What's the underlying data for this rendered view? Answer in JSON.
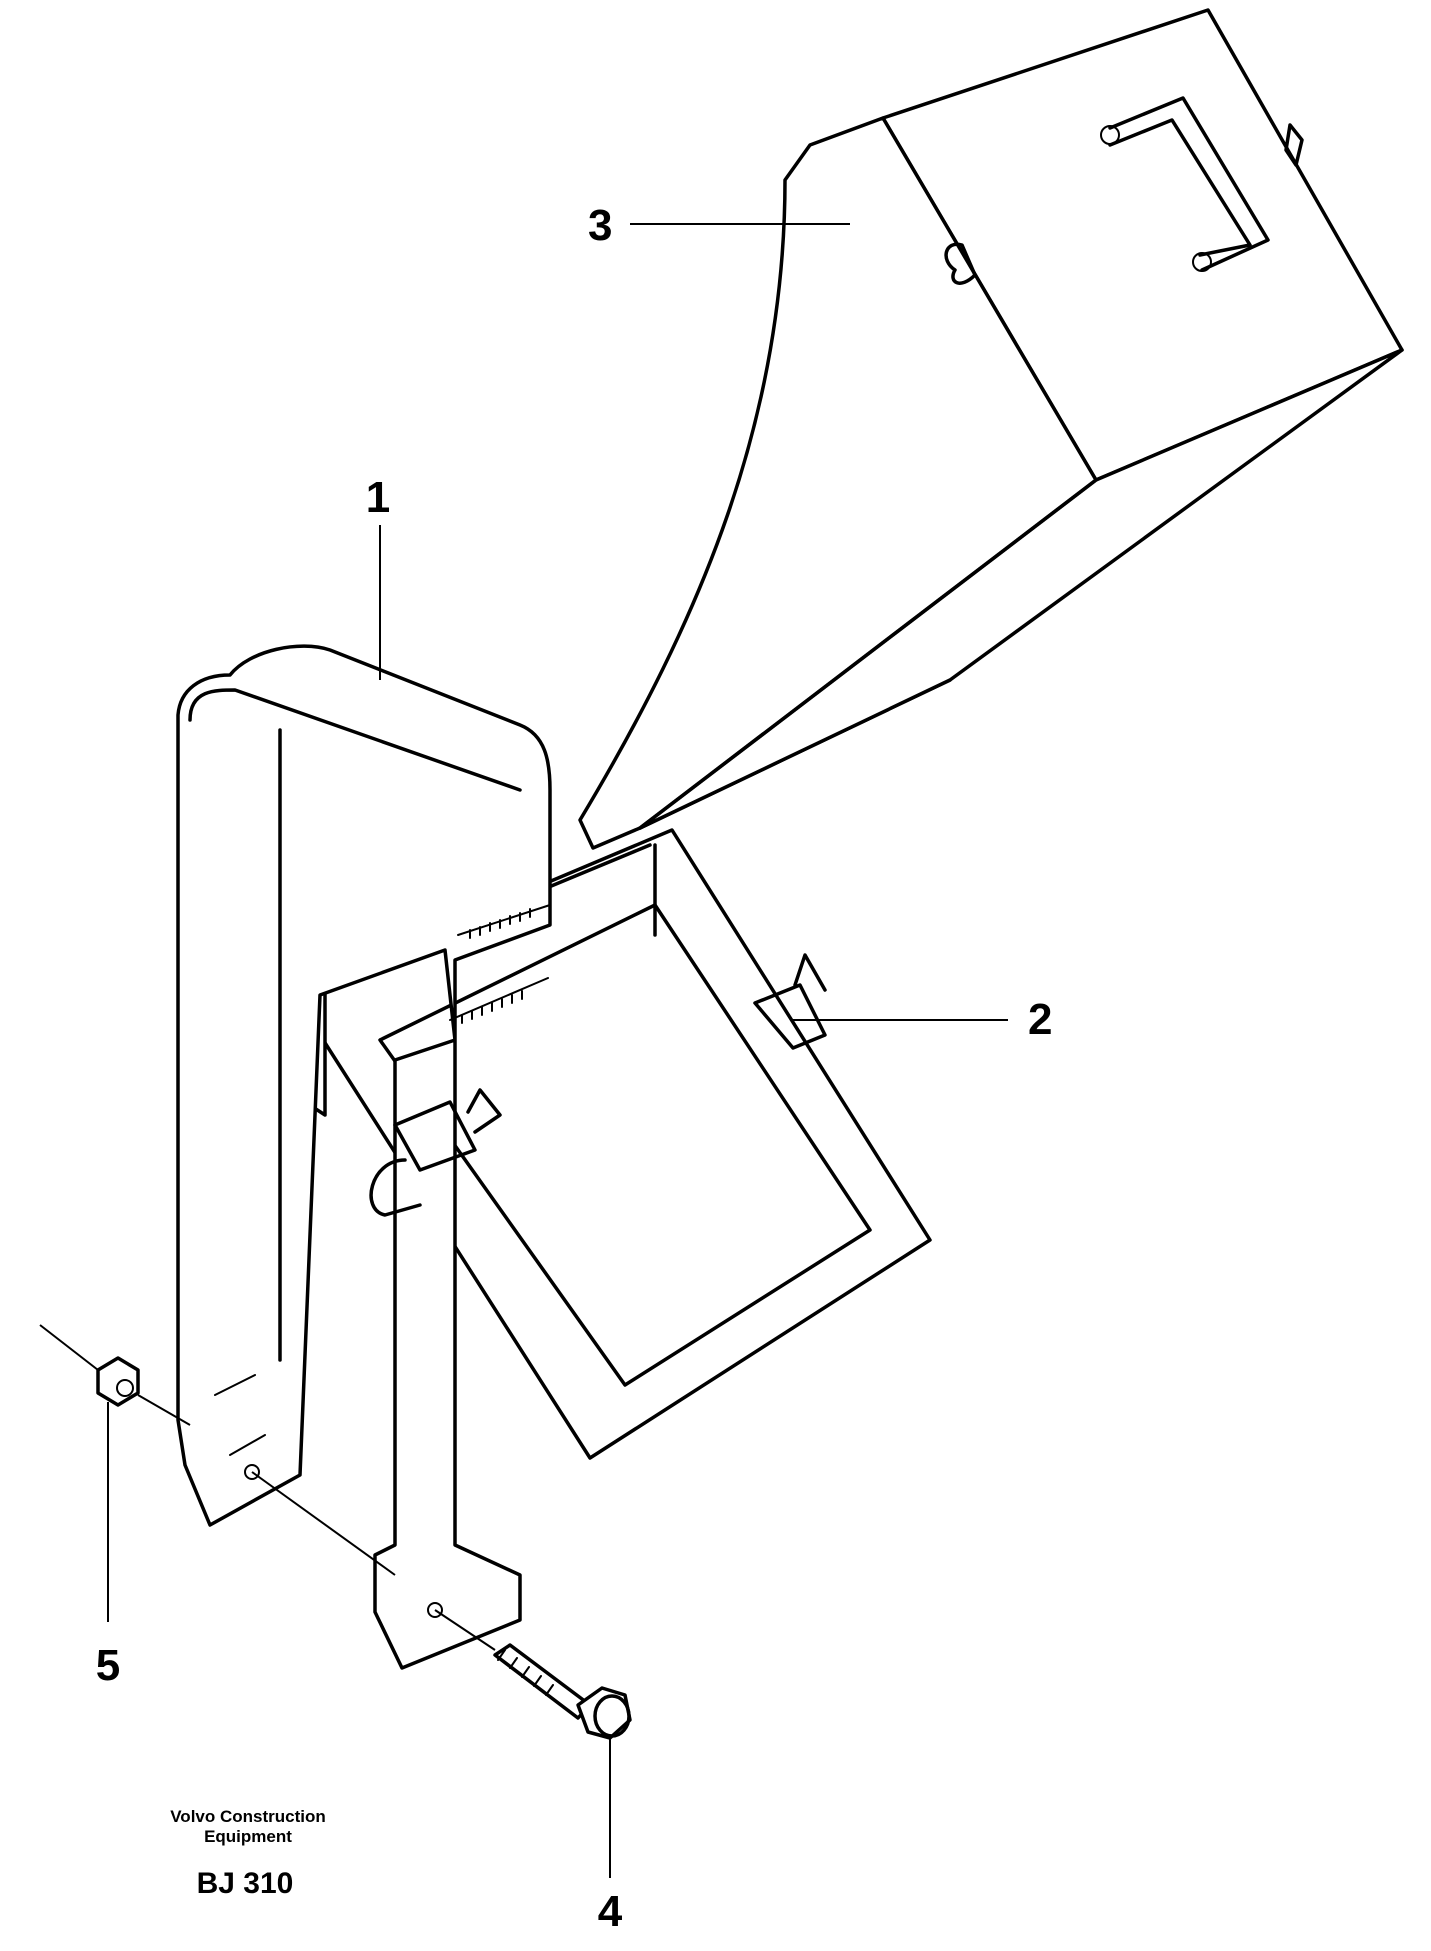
{
  "callouts": [
    "1",
    "2",
    "3",
    "4",
    "5"
  ],
  "footer": {
    "manufacturer_line1": "Volvo Construction",
    "manufacturer_line2": "Equipment",
    "drawing_code": "BJ 310"
  }
}
